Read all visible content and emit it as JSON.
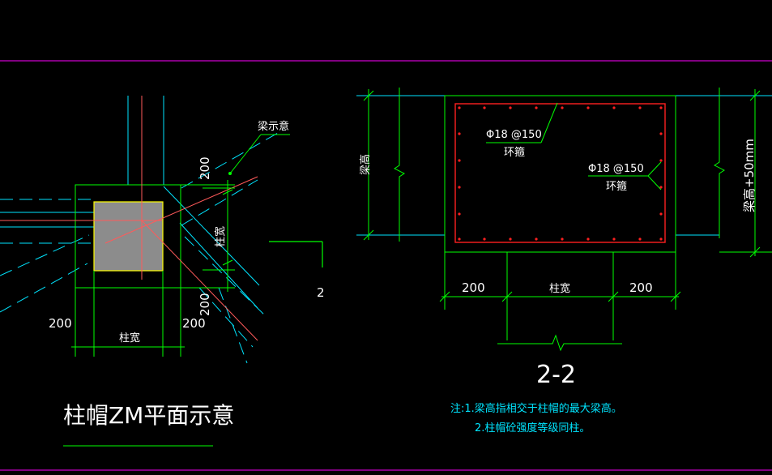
{
  "plan": {
    "beam_label": "梁示意",
    "dim_top": "200",
    "dim_side": "200",
    "dim_bottom_left": "200",
    "dim_bottom_right": "200",
    "col_width_side": "柱宽",
    "col_width_bottom": "柱宽",
    "section_mark": "2",
    "title": "柱帽ZM平面示意"
  },
  "section": {
    "rebar1": "Φ18 @150",
    "rebar1_sub": "环箍",
    "rebar2": "Φ18 @150",
    "rebar2_sub": "环箍",
    "beam_height": "梁高",
    "beam_height_plus": "梁高+50mm",
    "dim_left": "200",
    "dim_mid": "柱宽",
    "dim_right": "200",
    "title": "2-2"
  },
  "notes": {
    "line1": "注:1.梁高指相交于柱帽的最大梁高。",
    "line2": "2.柱帽砼强度等级同柱。"
  },
  "colors": {
    "background": "#000000",
    "frame_magenta": "#cc00cc",
    "structure_green": "#00ff00",
    "axis_cyan": "#00e5ff",
    "column_fill": "#8c8c8c",
    "column_outline": "#ffff00",
    "rebar_red": "#ff2020",
    "text": "#ffffff"
  }
}
